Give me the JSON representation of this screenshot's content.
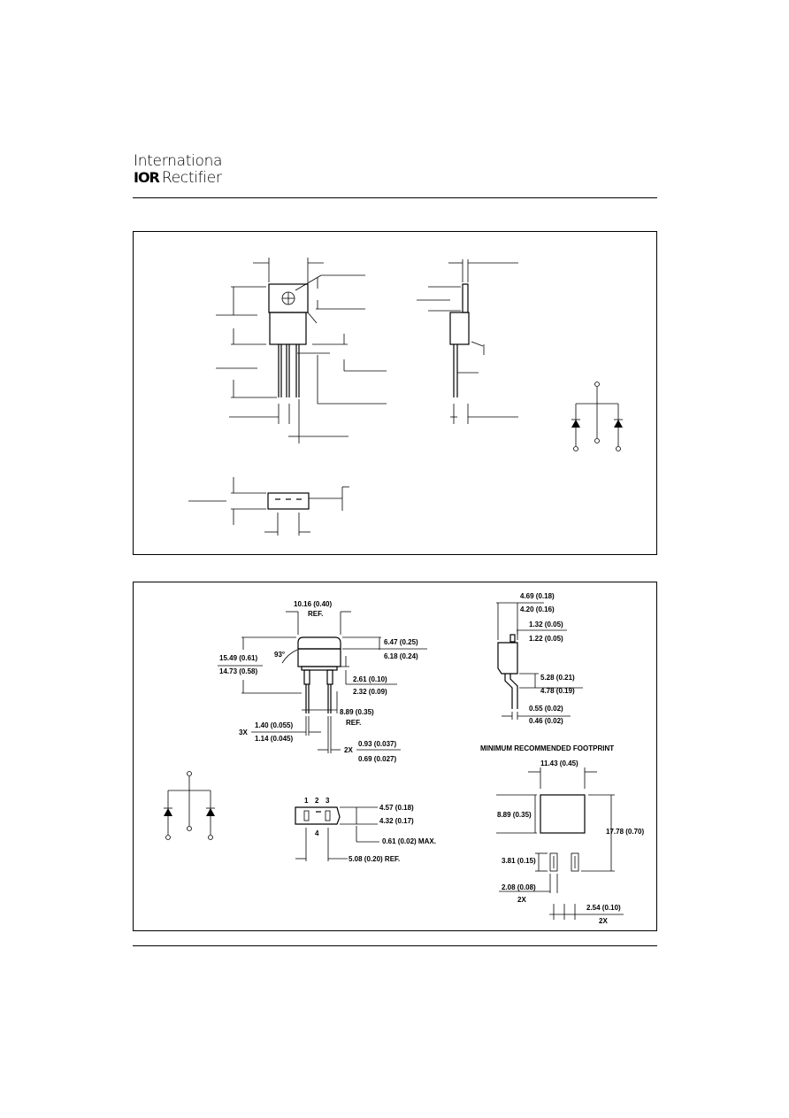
{
  "logo": {
    "line1": "Internationa",
    "ior": "IOR",
    "line2": "Rectifier"
  },
  "drawing2": {
    "width_ref": "10.16 (0.40)",
    "width_ref_suffix": "REF.",
    "angle": "93°",
    "height_max": "15.49 (0.61)",
    "height_min": "14.73 (0.58)",
    "tab_max": "6.47 (0.25)",
    "tab_min": "6.18 (0.24)",
    "dim_261": "2.61 (0.10)",
    "dim_232": "2.32 (0.09)",
    "lead_ref": "8.89 (0.35)",
    "lead_ref_suffix": "REF.",
    "threex": "3X",
    "lead_w_max": "1.40 (0.055)",
    "lead_w_min": "1.14 (0.045)",
    "twox": "2X",
    "pin_max": "0.93 (0.037)",
    "pin_min": "0.69 (0.027)",
    "side_w_max": "4.69 (0.18)",
    "side_w_min": "4.20 (0.16)",
    "side_t_max": "1.32 (0.05)",
    "side_t_min": "1.22 (0.05)",
    "side_h_max": "5.28 (0.21)",
    "side_h_min": "4.78 (0.19)",
    "side_l_max": "0.55 (0.02)",
    "side_l_min": "0.46 (0.02)",
    "pins": [
      "1",
      "2",
      "3"
    ],
    "pin4": "4",
    "bot_max": "4.57 (0.18)",
    "bot_min": "4.32 (0.17)",
    "bot_pin": "0.61 (0.02) MAX.",
    "bot_ref": "5.08 (0.20) REF.",
    "footprint_title": "MINIMUM RECOMMENDED FOOTPRINT",
    "fp_w": "11.43 (0.45)",
    "fp_pad": "8.89 (0.35)",
    "fp_h": "17.78 (0.70)",
    "fp_pin": "3.81 (0.15)",
    "fp_gap": "2.08 (0.08)",
    "fp_2x_a": "2X",
    "fp_pitch": "2.54 (0.10)",
    "fp_2x_b": "2X"
  }
}
